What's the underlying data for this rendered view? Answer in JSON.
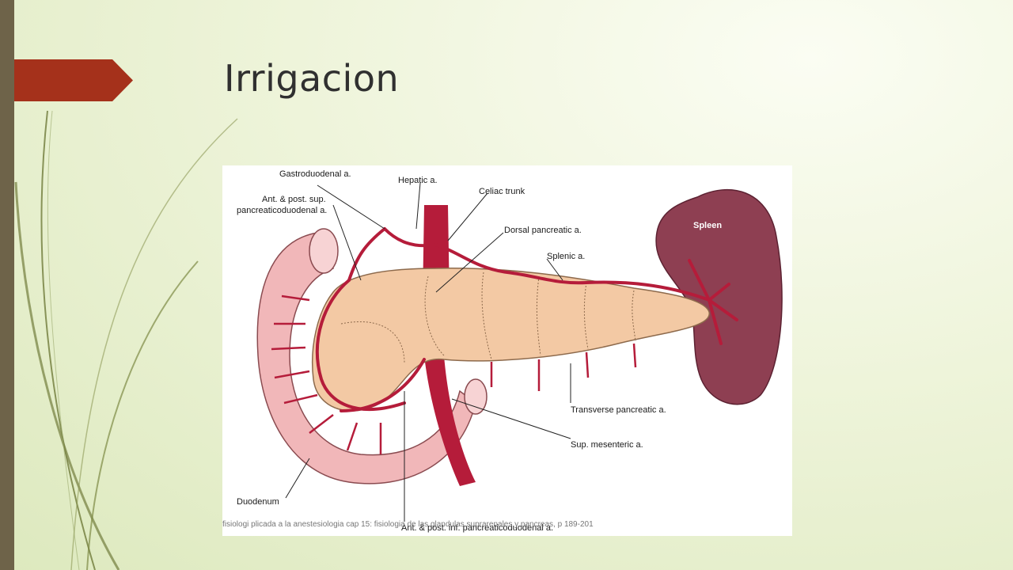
{
  "slide": {
    "title": "Irrigacion",
    "caption": "fisiologi plicada a la anestesiologia cap 15: fisiologia de las glandulas suprarenales y pancreas, p 189-201"
  },
  "colors": {
    "accent_arrow": "#a5311b",
    "left_bar": "#6e6349",
    "artery": "#b51c3a",
    "pancreas": "#f3c9a4",
    "spleen": "#8e3f52",
    "duodenum": "#f1b7b9"
  },
  "figure": {
    "labels": {
      "gastroduodenal": "Gastroduodenal a.",
      "hepatic": "Hepatic a.",
      "celiac": "Celiac trunk",
      "ant_post_sup_line1": "Ant. & post. sup.",
      "ant_post_sup_line2": "pancreaticoduodenal a.",
      "dorsal": "Dorsal pancreatic a.",
      "splenic": "Splenic a.",
      "spleen": "Spleen",
      "transverse": "Transverse pancreatic a.",
      "sup_mesenteric": "Sup. mesenteric a.",
      "duodenum": "Duodenum",
      "ant_post_inf": "Ant. & post. inf. pancreaticoduodenal a."
    }
  }
}
